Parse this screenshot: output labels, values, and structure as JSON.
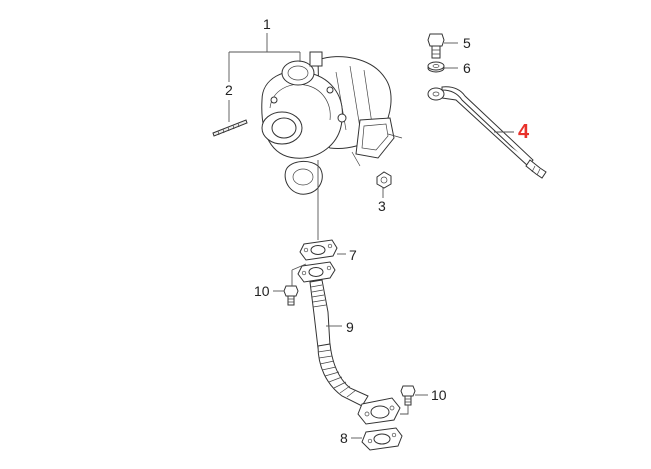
{
  "callouts": {
    "c1": "1",
    "c2": "2",
    "c3": "3",
    "c4": "4",
    "c5": "5",
    "c6": "6",
    "c7": "7",
    "c8": "8",
    "c9": "9",
    "c10a": "10",
    "c10b": "10"
  },
  "colors": {
    "highlight": "#e8312a",
    "line": "#333333",
    "text": "#222222"
  }
}
